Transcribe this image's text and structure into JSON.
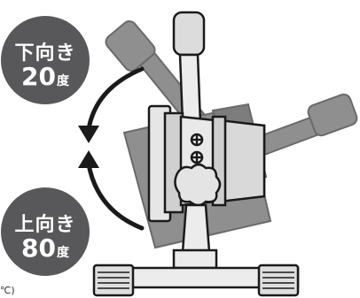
{
  "badges": {
    "down": {
      "label": "下向き",
      "value": "20",
      "unit": "度"
    },
    "up": {
      "label": "上向き",
      "value": "80",
      "unit": "度"
    }
  },
  "footer_fragment": "℃)",
  "colors": {
    "badge": "#58585a",
    "device_fill": "#e2e2e2",
    "device_shadow": "#8c8c8c",
    "outline": "#1a1a1a"
  },
  "icons": [
    "rotation-arrow-icon"
  ]
}
